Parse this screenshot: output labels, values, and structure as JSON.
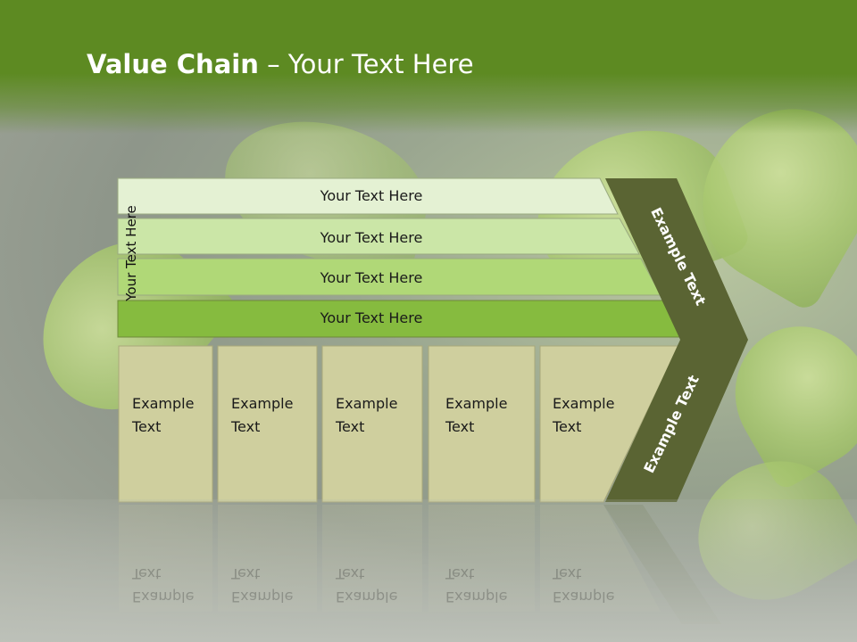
{
  "title": {
    "bold": "Value Chain",
    "rest": " – Your Text Here"
  },
  "side_label": "Your Text Here",
  "bars": [
    {
      "label": "Your Text Here",
      "color": "#e4f1d3"
    },
    {
      "label": "Your Text Here",
      "color": "#cbe6a7"
    },
    {
      "label": "Your Text Here",
      "color": "#b0d877"
    },
    {
      "label": "Your Text Here",
      "color": "#86bb3f"
    }
  ],
  "boxes": [
    {
      "line1": "Example",
      "line2": "Text"
    },
    {
      "line1": "Example",
      "line2": "Text"
    },
    {
      "line1": "Example",
      "line2": "Text"
    },
    {
      "line1": "Example",
      "line2": "Text"
    },
    {
      "line1": "Example",
      "line2": "Text"
    }
  ],
  "arrow": {
    "top_label": "Example Text",
    "bottom_label": "Example Text",
    "color": "#5a6433"
  },
  "box_color": "#cfcf9e"
}
